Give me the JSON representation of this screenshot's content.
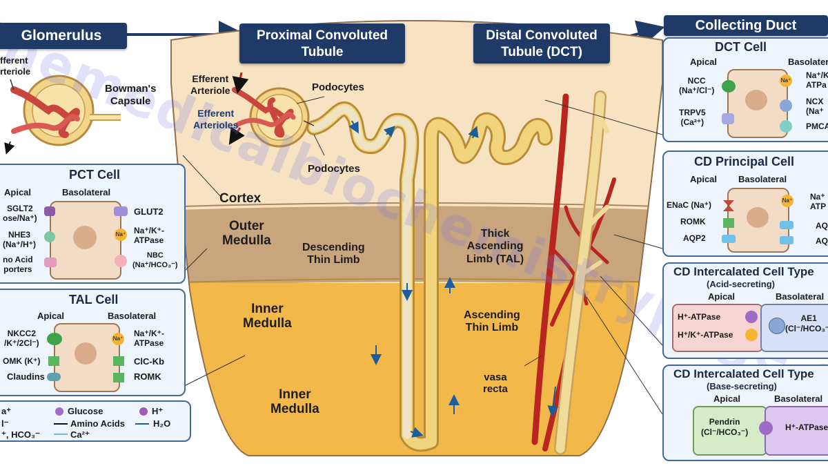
{
  "banners": {
    "glomerulus": "Glomerulus",
    "pct": "Proximal Convoluted Tubule",
    "dct": "Distal Convoluted Tubule (DCT)",
    "collecting": "Collecting Duct"
  },
  "glom_labels": {
    "efferent_left": "fferent\nrteriole",
    "bowman": "Bowman's\nCapsule",
    "efferent_arteriole": "Efferent\nArteriole",
    "efferent_arterioles": "Efferent\nArterioles",
    "podocytes_top": "Podocytes",
    "podocytes_bottom": "Podocytes"
  },
  "zones": {
    "cortex": "Cortex",
    "outer_medulla": "Outer\nMedulla",
    "inner_medulla_1": "Inner\nMedulla",
    "inner_medulla_2": "Inner\nMedulla"
  },
  "loop_labels": {
    "descending": "Descending\nThin Limb",
    "thick_ascending": "Thick\nAscending\nLimb (TAL)",
    "ascending_thin": "Ascending\nThin Limb",
    "vasa_recta": "vasa\nrecta"
  },
  "pct_cell": {
    "title": "PCT Cell",
    "apical": "Apical",
    "basolateral": "Basolateral",
    "left": [
      "SGLT2\nose/Na⁺)",
      "NHE3\n(Na⁺/H⁺)",
      "no Acid\nporters"
    ],
    "right": [
      "GLUT2",
      "Na⁺/K⁺-\nATPase",
      "NBC\n(Na⁺/HCO₃⁻)"
    ]
  },
  "tal_cell": {
    "title": "TAL Cell",
    "apical": "Apical",
    "basolateral": "Basolateral",
    "left": [
      "NKCC2\n/K⁺/2Cl⁻)",
      "OMK (K⁺)",
      "Claudins"
    ],
    "right": [
      "Na⁺/K⁺-\nATPase",
      "ClC-Kb",
      "ROMK"
    ]
  },
  "legend": {
    "items": [
      "a⁺",
      "Glucose",
      "H⁺",
      "l⁻",
      "Amino Acids",
      "H₂O",
      "⁺, HCO₃⁻",
      "Ca²⁺"
    ]
  },
  "dct_cell": {
    "title": "DCT Cell",
    "apical": "Apical",
    "basolateral": "Basolater",
    "left": [
      "NCC\n(Na⁺/Cl⁻)",
      "TRPV5\n(Ca²⁺)"
    ],
    "right": [
      "Na⁺/K\nATPa",
      "NCX\n(Na⁺",
      "PMCA"
    ]
  },
  "principal_cell": {
    "title": "CD Principal Cell",
    "apical": "Apical",
    "basolateral": "Basolateral",
    "left": [
      "ENaC (Na⁺)",
      "ROMK",
      "AQP2"
    ],
    "right": [
      "Na⁺\nATP",
      "AQ",
      "AQ"
    ]
  },
  "acid_cell": {
    "title": "CD Intercalated Cell Type",
    "subtitle": "(Acid-secreting)",
    "apical": "Apical",
    "basolateral": "Basolateral",
    "left": [
      "H⁺-ATPase",
      "H⁺/K⁺-ATPase"
    ],
    "right": [
      "AE1\n(Cl⁻/HCO₃⁻)"
    ]
  },
  "base_cell": {
    "title": "CD Intercalated Cell Type",
    "subtitle": "(Base-secreting)",
    "apical": "Apical",
    "basolateral": "Basolateral",
    "left": [
      "Pendrin\n(Cl⁻/HCO₃⁻)"
    ],
    "right": [
      "H⁺-ATPase"
    ]
  },
  "watermark": "themedicalbiochemistrypage.org",
  "colors": {
    "banner": "#1f3a66",
    "cortex": "#f7e3c2",
    "outer_medulla": "#c9a57e",
    "inner_medulla": "#f2b84a",
    "panel_bg": "#eef4fb",
    "panel_border": "#41679b"
  }
}
